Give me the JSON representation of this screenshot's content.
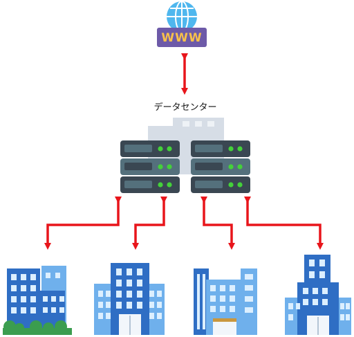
{
  "datacenter": {
    "label": "データセンター"
  },
  "internet": {
    "label": "WWW",
    "icon": "globe-icon"
  },
  "colors": {
    "arrow": "#e8151b",
    "server_body": "#3a4752",
    "server_face": "#54707c",
    "server_led": "#44d13a",
    "globe": "#4fb7ee",
    "www_badge": "#6d5aa8",
    "www_text": "#f8c14a",
    "building_dark": "#2f6ec4",
    "building_light": "#6fb0ec",
    "building_window": "#dcefff",
    "tree": "#3b9d4f",
    "backdrop": "#d6dde6"
  },
  "buildings": [
    {
      "name": "building-1"
    },
    {
      "name": "building-2"
    },
    {
      "name": "building-3"
    },
    {
      "name": "building-4"
    }
  ]
}
